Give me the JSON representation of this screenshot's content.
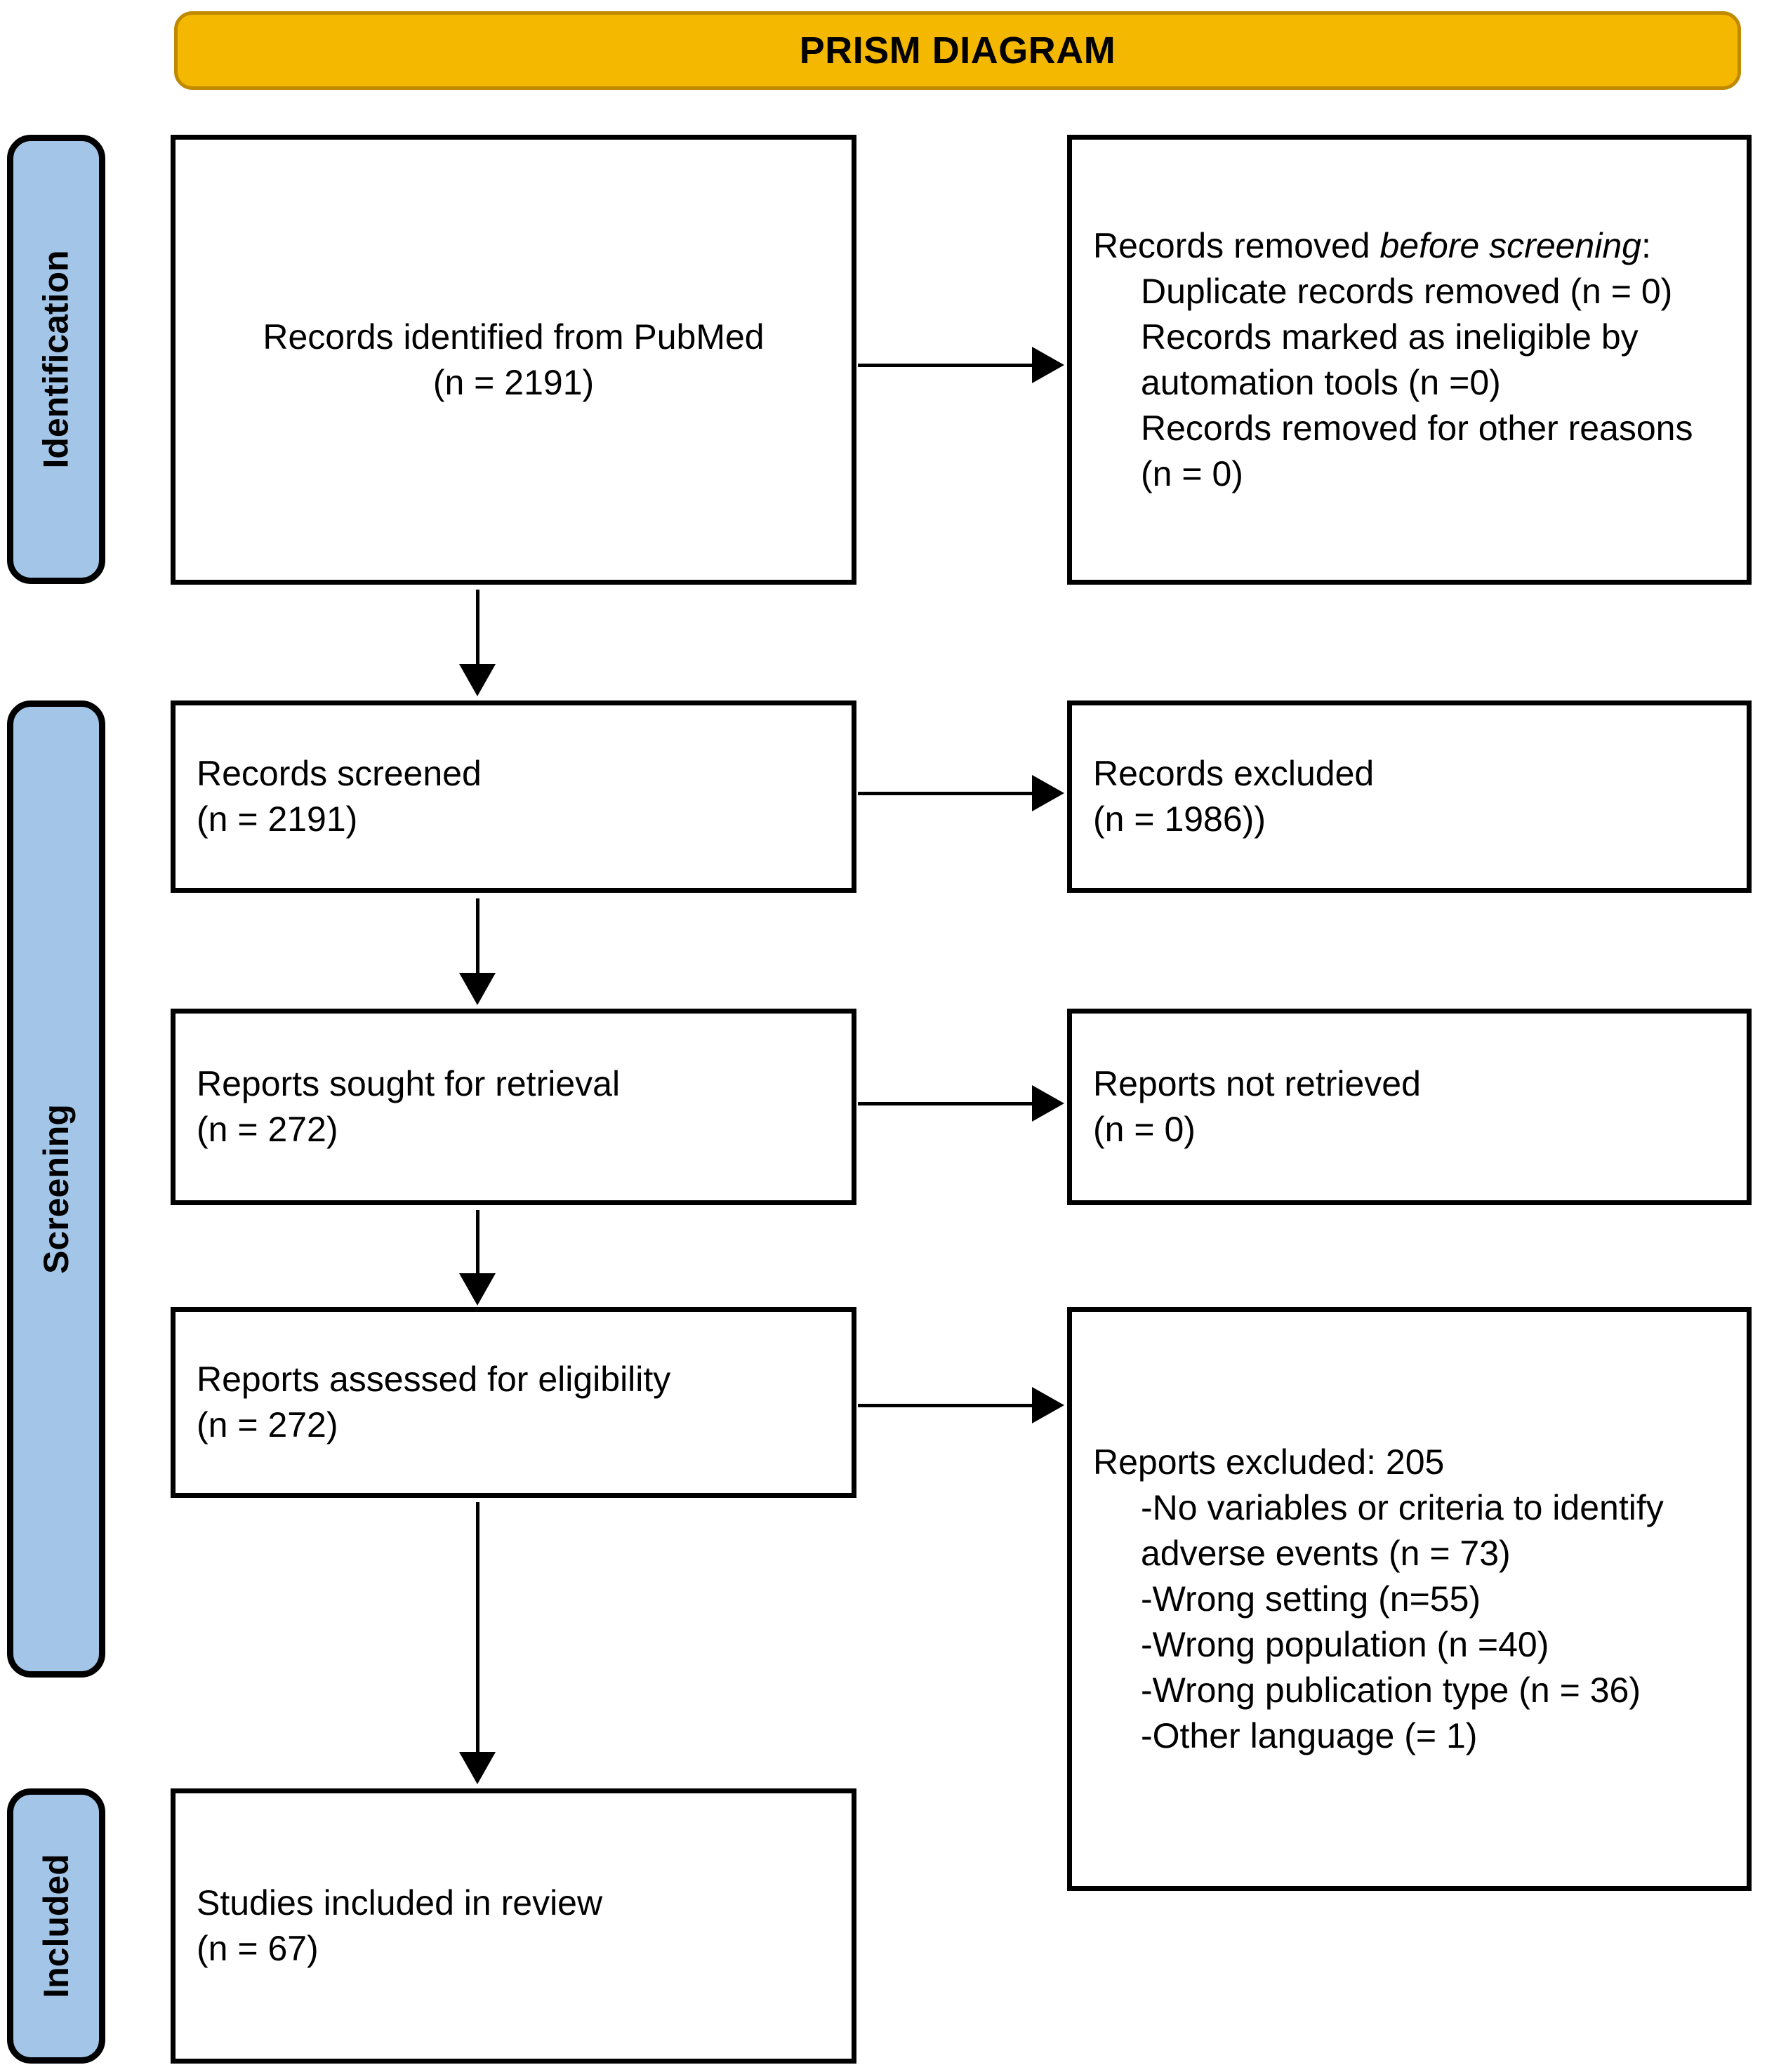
{
  "header": {
    "title": "PRISM DIAGRAM",
    "fill_color": "#F5B800",
    "border_color": "#C08A00"
  },
  "stages": [
    {
      "key": "identification",
      "label": "Identification",
      "fill_color": "#A3C6E8"
    },
    {
      "key": "screening",
      "label": "Screening",
      "fill_color": "#A3C6E8"
    },
    {
      "key": "included",
      "label": "Included",
      "fill_color": "#A3C6E8"
    }
  ],
  "boxes": {
    "identified": {
      "line1": "Records identified from PubMed",
      "line2": "(n = 2191)"
    },
    "removed_before": {
      "heading_prefix": "Records removed ",
      "heading_italic": "before screening",
      "heading_suffix": ":",
      "items": [
        "Duplicate records removed (n = 0)",
        "Records marked as ineligible by automation tools (n =0)",
        "Records removed for other reasons (n = 0)"
      ]
    },
    "screened": {
      "line1": "Records screened",
      "line2": "(n = 2191)"
    },
    "records_excluded": {
      "line1": "Records excluded",
      "line2": "(n = 1986))"
    },
    "sought": {
      "line1": "Reports sought for retrieval",
      "line2": "(n = 272)"
    },
    "not_retrieved": {
      "line1": "Reports not retrieved",
      "line2": "(n = 0)"
    },
    "assessed": {
      "line1": "Reports assessed for eligibility",
      "line2": "(n = 272)"
    },
    "reports_excluded": {
      "heading": "Reports excluded: 205",
      "items": [
        "-No variables or criteria to identify adverse events (n = 73)",
        "-Wrong setting (n=55)",
        "-Wrong population (n =40)",
        "-Wrong publication type (n = 36)",
        "-Other language (= 1)"
      ]
    },
    "included_review": {
      "line1": "Studies included in review",
      "line2": "(n = 67)"
    }
  },
  "chart_data": {
    "type": "diagram",
    "title": "PRISM DIAGRAM",
    "nodes": [
      {
        "id": "identified",
        "stage": "Identification",
        "label": "Records identified from PubMed",
        "n": 2191
      },
      {
        "id": "removed_before",
        "stage": "Identification",
        "label": "Records removed before screening",
        "n": 0
      },
      {
        "id": "screened",
        "stage": "Screening",
        "label": "Records screened",
        "n": 2191
      },
      {
        "id": "records_excluded",
        "stage": "Screening",
        "label": "Records excluded",
        "n": 1986
      },
      {
        "id": "sought",
        "stage": "Screening",
        "label": "Reports sought for retrieval",
        "n": 272
      },
      {
        "id": "not_retrieved",
        "stage": "Screening",
        "label": "Reports not retrieved",
        "n": 0
      },
      {
        "id": "assessed",
        "stage": "Screening",
        "label": "Reports assessed for eligibility",
        "n": 272
      },
      {
        "id": "reports_excluded",
        "stage": "Screening",
        "label": "Reports excluded",
        "n": 205
      },
      {
        "id": "included_review",
        "stage": "Included",
        "label": "Studies included in review",
        "n": 67
      }
    ],
    "edges": [
      {
        "from": "identified",
        "to": "removed_before",
        "direction": "right"
      },
      {
        "from": "identified",
        "to": "screened",
        "direction": "down"
      },
      {
        "from": "screened",
        "to": "records_excluded",
        "direction": "right"
      },
      {
        "from": "screened",
        "to": "sought",
        "direction": "down"
      },
      {
        "from": "sought",
        "to": "not_retrieved",
        "direction": "right"
      },
      {
        "from": "sought",
        "to": "assessed",
        "direction": "down"
      },
      {
        "from": "assessed",
        "to": "reports_excluded",
        "direction": "right"
      },
      {
        "from": "assessed",
        "to": "included_review",
        "direction": "down"
      }
    ],
    "exclusion_breakdown": {
      "total": 205,
      "reasons": [
        {
          "reason": "No variables or criteria to identify adverse events",
          "n": 73
        },
        {
          "reason": "Wrong setting",
          "n": 55
        },
        {
          "reason": "Wrong population",
          "n": 40
        },
        {
          "reason": "Wrong publication type",
          "n": 36
        },
        {
          "reason": "Other language",
          "n": 1
        }
      ]
    },
    "removed_before_screening": [
      {
        "reason": "Duplicate records removed",
        "n": 0
      },
      {
        "reason": "Records marked as ineligible by automation tools",
        "n": 0
      },
      {
        "reason": "Records removed for other reasons",
        "n": 0
      }
    ]
  }
}
